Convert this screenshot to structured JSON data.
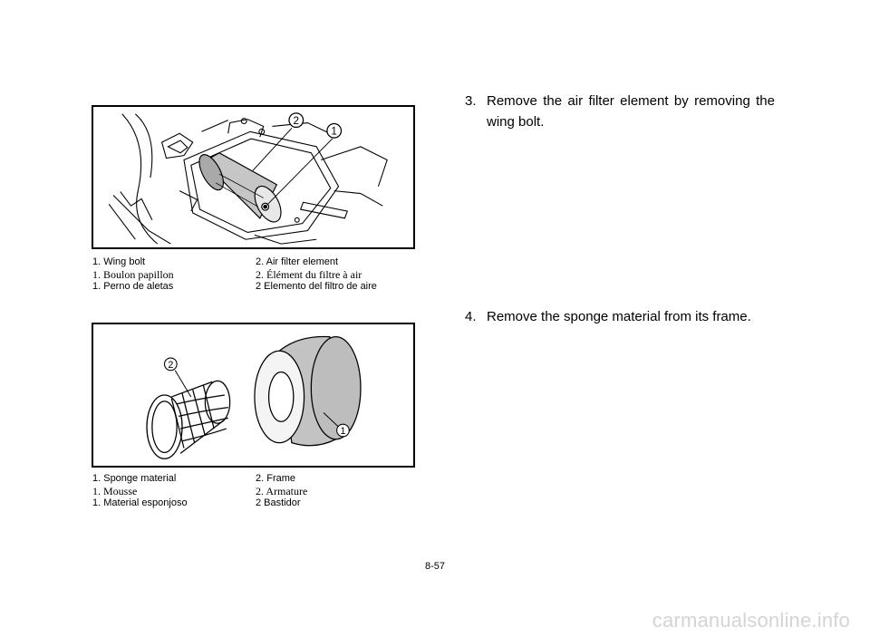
{
  "figure1": {
    "callouts": [
      "2",
      "1"
    ],
    "caption": {
      "english": [
        "1.  Wing bolt",
        "2.  Air filter element"
      ],
      "french": [
        "1.  Boulon papillon",
        "2.  Élément du filtre à air"
      ],
      "spanish": [
        "1.  Perno de aletas",
        "2    Elemento del filtro de aire"
      ]
    }
  },
  "figure2": {
    "callouts": [
      "2",
      "1"
    ],
    "caption": {
      "english": [
        "1.  Sponge material",
        "2.  Frame"
      ],
      "french": [
        "1.  Mousse",
        "2.  Armature"
      ],
      "spanish": [
        "1.  Material esponjoso",
        "2    Bastidor"
      ]
    }
  },
  "steps": [
    {
      "number": "3.",
      "text": "Remove the air filter element by removing the wing bolt."
    },
    {
      "number": "4.",
      "text": "Remove the sponge material from its frame."
    }
  ],
  "page_number": "8-57",
  "watermark": "carmanualsonline.info"
}
